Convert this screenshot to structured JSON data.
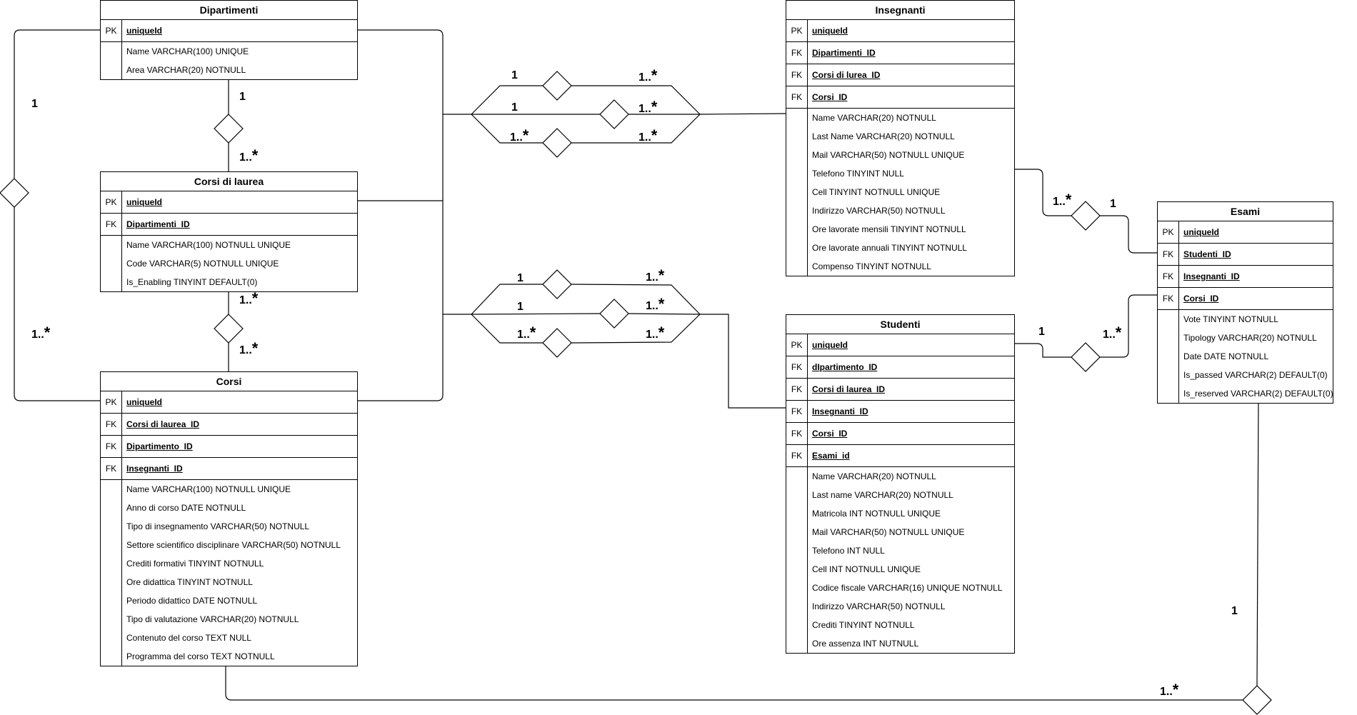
{
  "entities": {
    "dipartimenti": {
      "title": "Dipartimenti",
      "keys": [
        {
          "type": "PK",
          "name": "uniqueId"
        }
      ],
      "attributes": [
        "Name VARCHAR(100)  UNIQUE",
        "Area VARCHAR(20)  NOTNULL"
      ]
    },
    "corsi_di_laurea": {
      "title": "Corsi di laurea",
      "keys": [
        {
          "type": "PK",
          "name": "uniqueId"
        },
        {
          "type": "FK",
          "name": "Dipartimenti_ID"
        }
      ],
      "attributes": [
        "Name   VARCHAR(100)   NOTNULL   UNIQUE",
        "Code   VARCHAR(5)    NOTNULL   UNIQUE",
        "Is_Enabling    TINYINT  DEFAULT(0)"
      ]
    },
    "corsi": {
      "title": "Corsi",
      "keys": [
        {
          "type": "PK",
          "name": "uniqueId"
        },
        {
          "type": "FK",
          "name": "Corsi di laurea_ID"
        },
        {
          "type": "FK",
          "name": "Dipartimento_ID"
        },
        {
          "type": "FK",
          "name": "Insegnanti_ID"
        }
      ],
      "attributes": [
        "Name     VARCHAR(100)  NOTNULL  UNIQUE",
        "Anno di corso   DATE   NOTNULL",
        "Tipo di insegnamento   VARCHAR(50)    NOTNULL",
        "Settore scientifico disciplinare   VARCHAR(50)    NOTNULL",
        "Crediti formativi    TINYINT    NOTNULL",
        "Ore didattica     TINYINT    NOTNULL",
        "Periodo didattico    DATE  NOTNULL",
        "Tipo di valutazione     VARCHAR(20)  NOTNULL",
        "Contenuto del corso     TEXT   NULL",
        "Programma del corso    TEXT   NOTNULL"
      ]
    },
    "insegnanti": {
      "title": "Insegnanti",
      "keys": [
        {
          "type": "PK",
          "name": "uniqueId"
        },
        {
          "type": "FK",
          "name": "Dipartimenti_ID"
        },
        {
          "type": "FK",
          "name": "Corsi di lurea_ID"
        },
        {
          "type": "FK",
          "name": "Corsi_ID"
        }
      ],
      "attributes": [
        "Name   VARCHAR(20)  NOTNULL",
        "Last Name  VARCHAR(20)  NOTNULL",
        "Mail   VARCHAR(50)  NOTNULL  UNIQUE",
        "Telefono   TINYINT  NULL",
        "Cell   TINYINT  NOTNULL  UNIQUE",
        "Indirizzo  VARCHAR(50)  NOTNULL",
        "Ore lavorate mensili  TINYINT  NOTNULL",
        "Ore lavorate annuali   TINYINT  NOTNULL",
        "Compenso   TINYINT  NOTNULL"
      ]
    },
    "studenti": {
      "title": "Studenti",
      "keys": [
        {
          "type": "PK",
          "name": "uniqueId"
        },
        {
          "type": "FK",
          "name": "dIpartimento_ID"
        },
        {
          "type": "FK",
          "name": "Corsi di laurea_ID"
        },
        {
          "type": "FK",
          "name": "Insegnanti_ID"
        },
        {
          "type": "FK",
          "name": "Corsi_ID"
        },
        {
          "type": "FK",
          "name": "Esami_id"
        }
      ],
      "attributes": [
        "Name   VARCHAR(20)  NOTNULL",
        "Last name  VARCHAR(20)  NOTNULL",
        "Matricola   INT  NOTNULL  UNIQUE",
        "Mail   VARCHAR(50)  NOTNULL  UNIQUE",
        "Telefono  INT  NULL",
        "Cell   INT  NOTNULL  UNIQUE",
        "Codice fiscale   VARCHAR(16)  UNIQUE  NOTNULL",
        "Indirizzo  VARCHAR(50)  NOTNULL",
        "Crediti  TINYINT  NOTNULL",
        "Ore assenza  INT  NUTNULL"
      ]
    },
    "esami": {
      "title": "Esami",
      "keys": [
        {
          "type": "PK",
          "name": "uniqueId"
        },
        {
          "type": "FK",
          "name": "Studenti_ID"
        },
        {
          "type": "FK",
          "name": "Insegnanti_ID"
        },
        {
          "type": "FK",
          "name": "Corsi_ID"
        }
      ],
      "attributes": [
        "Vote   TINYINT    NOTNULL",
        "Tipology   VARCHAR(20)    NOTNULL",
        "Date   DATE    NOTNULL",
        "Is_passed    VARCHAR(2)  DEFAULT(0)",
        "Is_reserved    VARCHAR(2)  DEFAULT(0)"
      ]
    }
  },
  "cardinalities": {
    "one": "1",
    "many_prefix": "1..",
    "many_star": "*"
  }
}
